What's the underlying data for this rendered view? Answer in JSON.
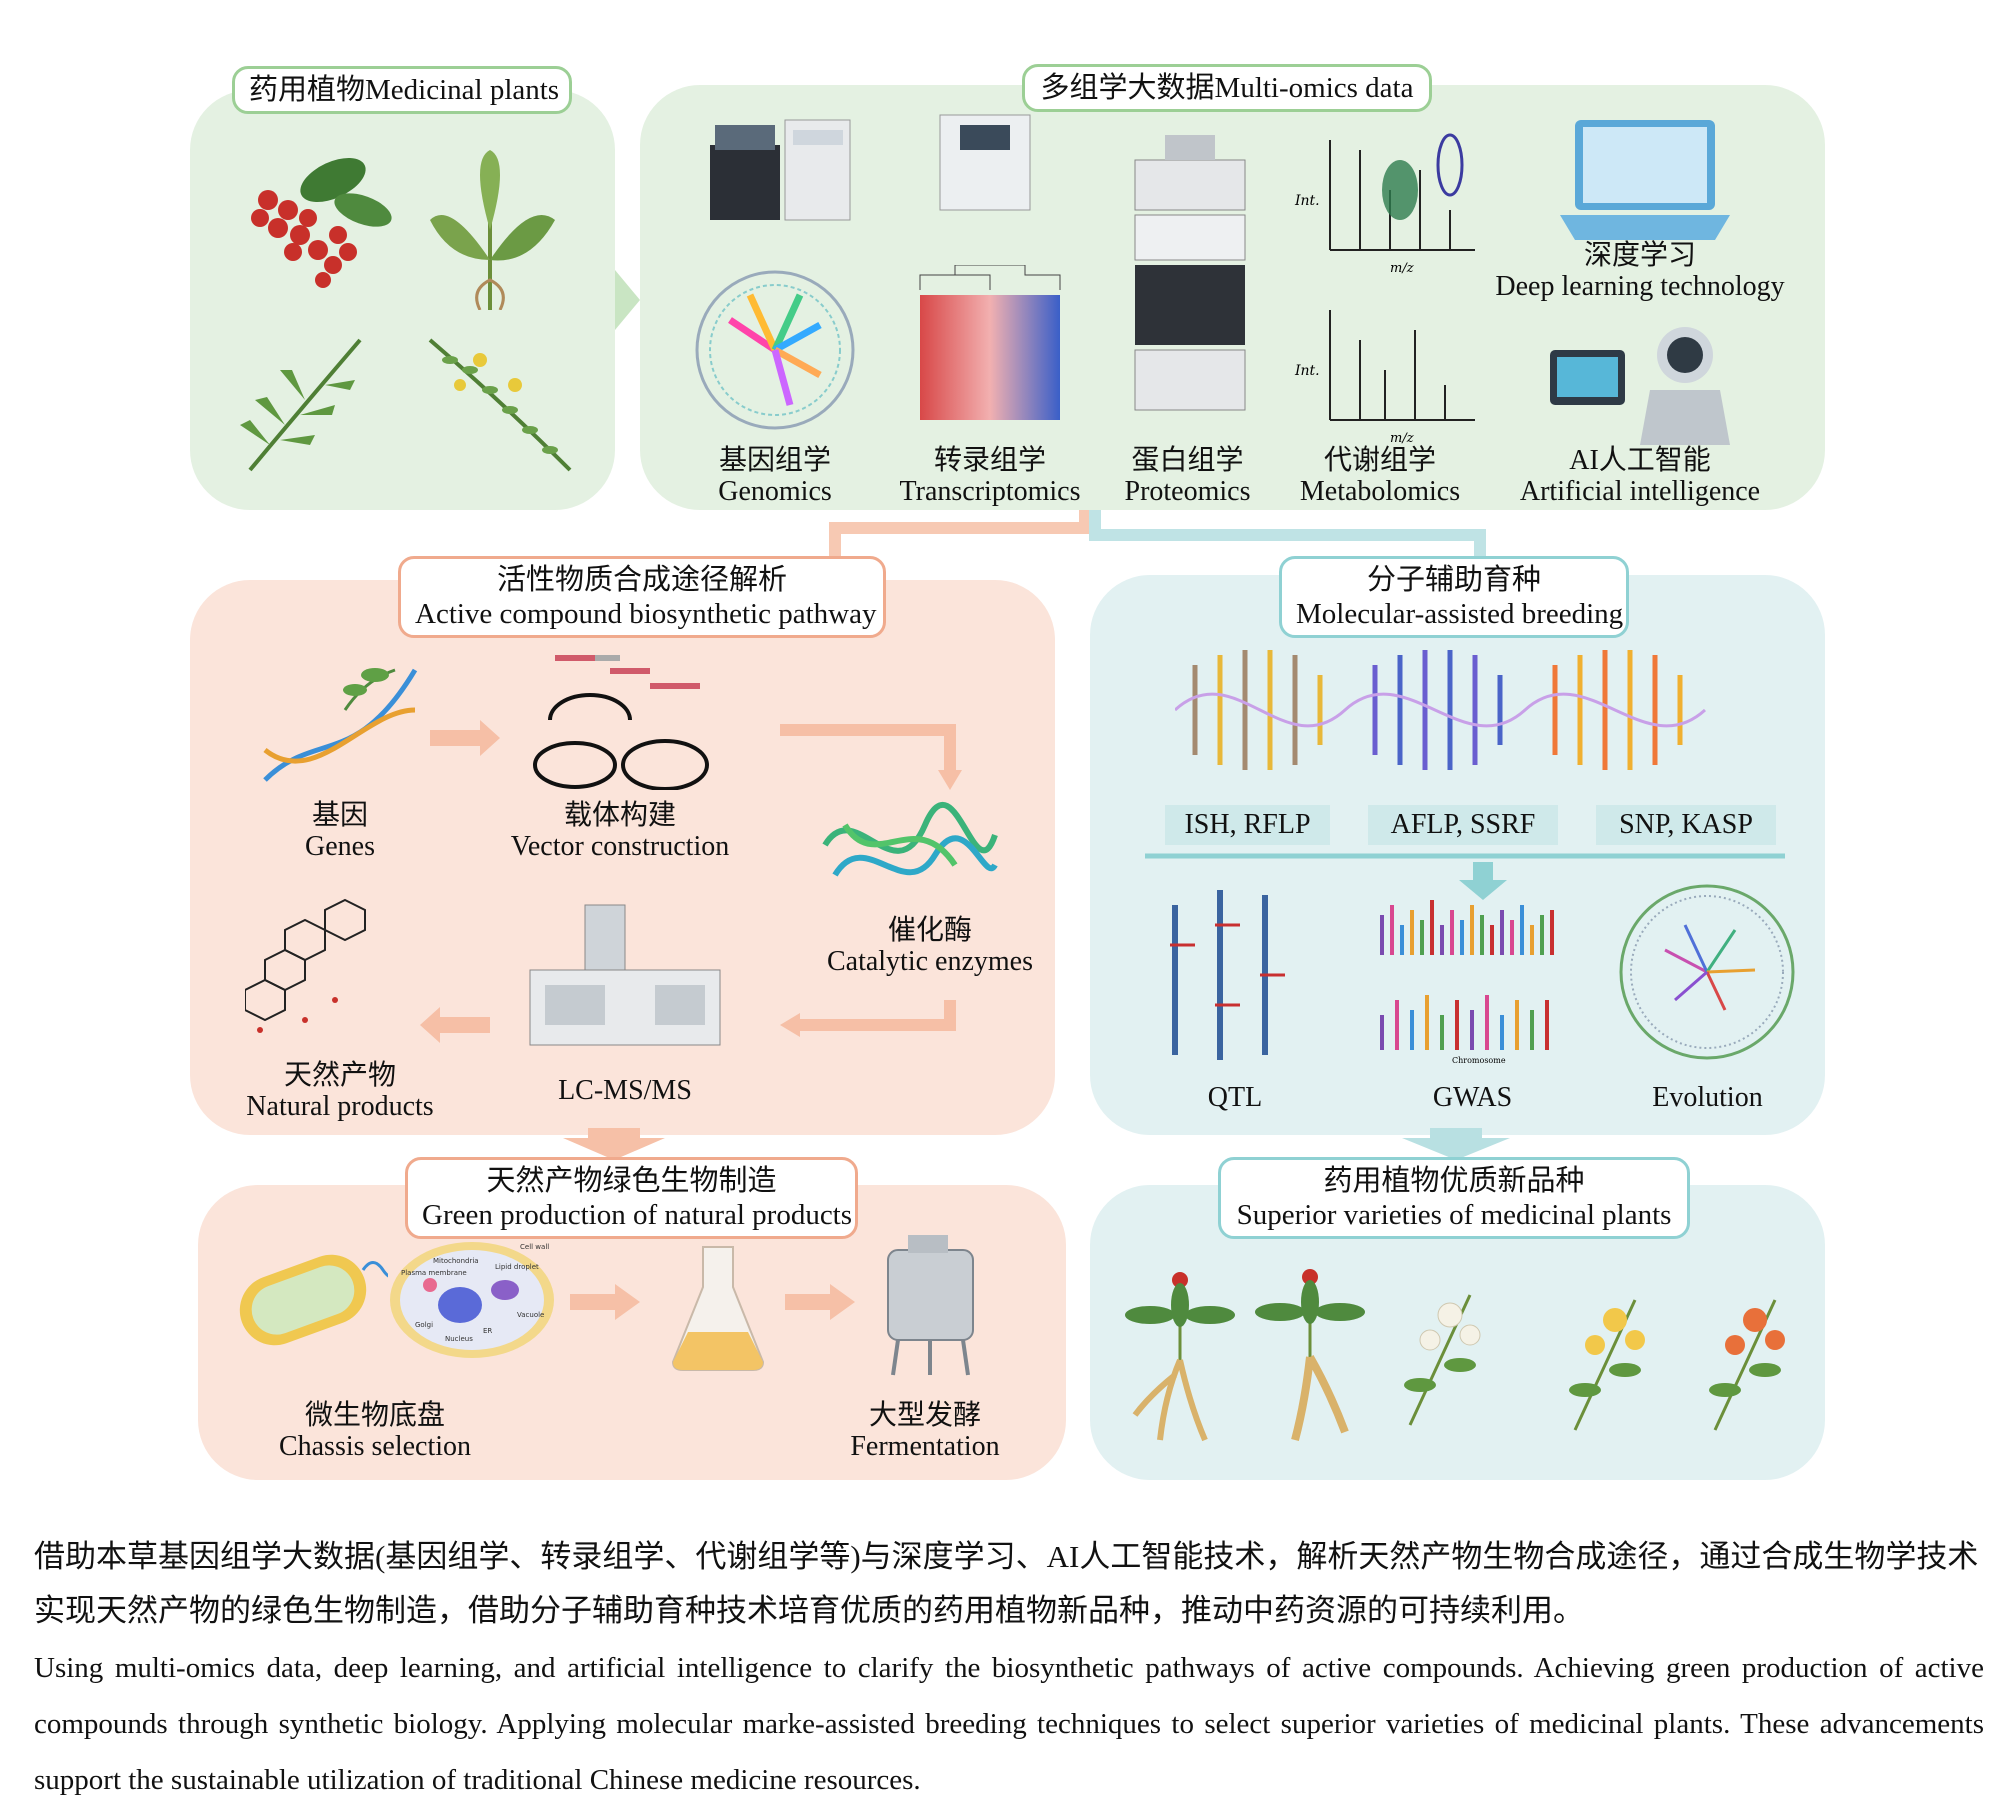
{
  "panels": {
    "medicinal_plants": {
      "title": "药用植物Medicinal plants"
    },
    "multi_omics": {
      "title": "多组学大数据Multi-omics data",
      "items": [
        {
          "cn": "基因组学",
          "en": "Genomics"
        },
        {
          "cn": "转录组学",
          "en": "Transcriptomics"
        },
        {
          "cn": "蛋白组学",
          "en": "Proteomics"
        },
        {
          "cn": "代谢组学",
          "en": "Metabolomics"
        },
        {
          "cn": "AI人工智能",
          "en": "Artificial intelligence"
        },
        {
          "cn": "深度学习",
          "en": "Deep learning technology"
        }
      ],
      "ms_axis": {
        "y": "Int.",
        "x": "m/z"
      }
    },
    "pathway": {
      "title_cn": "活性物质合成途径解析",
      "title_en": "Active compound biosynthetic pathway",
      "items": [
        {
          "cn": "基因",
          "en": "Genes"
        },
        {
          "cn": "载体构建",
          "en": "Vector construction"
        },
        {
          "cn": "催化酶",
          "en": "Catalytic enzymes"
        },
        {
          "cn": "天然产物",
          "en": "Natural products"
        },
        {
          "cn": "",
          "en": "LC-MS/MS"
        }
      ]
    },
    "breeding": {
      "title_cn": "分子辅助育种",
      "title_en": "Molecular-assisted breeding",
      "markers": [
        "ISH, RFLP",
        "AFLP, SSRF",
        "SNP, KASP"
      ],
      "analyses": [
        "QTL",
        "GWAS",
        "Evolution"
      ],
      "gwas_axis": "Chromosome"
    },
    "green_production": {
      "title_cn": "天然产物绿色生物制造",
      "title_en": "Green production of natural products",
      "items": [
        {
          "cn": "微生物底盘",
          "en": "Chassis selection"
        },
        {
          "cn": "大型发酵",
          "en": "Fermentation"
        }
      ],
      "cell_labels": [
        "Cell wall",
        "Mitochondria",
        "Plasma membrane",
        "Lipid droplet",
        "Vacuole",
        "Golgi",
        "ER",
        "Nucleus"
      ]
    },
    "varieties": {
      "title_cn": "药用植物优质新品种",
      "title_en": "Superior varieties of medicinal plants"
    }
  },
  "caption": {
    "cn": "借助本草基因组学大数据(基因组学、转录组学、代谢组学等)与深度学习、AI人工智能技术，解析天然产物生物合成途径，通过合成生物学技术实现天然产物的绿色生物制造，借助分子辅助育种技术培育优质的药用植物新品种，推动中药资源的可持续利用。",
    "en": "Using multi-omics data, deep learning, and artificial intelligence to clarify the biosynthetic pathways of active compounds. Achieving green production of active compounds through synthetic biology. Applying molecular marke-assisted breeding techniques to select superior varieties of medicinal plants. These advancements support the sustainable utilization of traditional Chinese medicine resources."
  },
  "colors": {
    "green_panel": "#e4f1e2",
    "salmon_panel": "#fbe4da",
    "blue_panel": "#e2f1f2",
    "green_border": "#9ccf95",
    "salmon_border": "#f0aa8d",
    "blue_border": "#8fd1d3"
  }
}
